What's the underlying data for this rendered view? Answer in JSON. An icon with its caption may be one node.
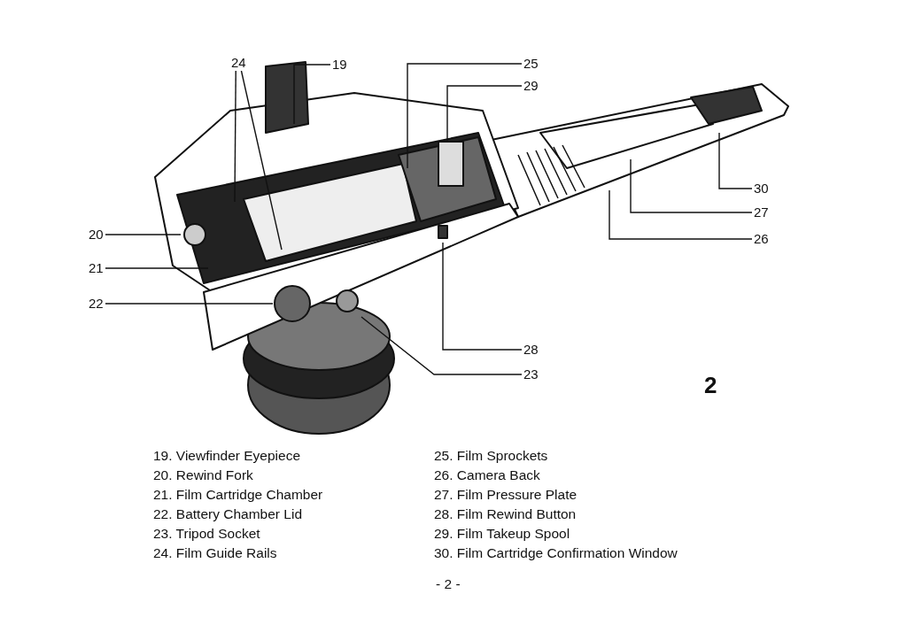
{
  "diagram": {
    "nodes": [
      {
        "text": [
          "24"
        ]
      },
      {
        "text": [
          "19"
        ]
      },
      {
        "text": [
          "25"
        ]
      },
      {
        "text": [
          "29"
        ]
      },
      {
        "text": [
          "30"
        ]
      },
      {
        "text": [
          "27"
        ]
      },
      {
        "text": [
          "26"
        ]
      },
      {
        "text": [
          "20"
        ]
      },
      {
        "text": [
          "21"
        ]
      },
      {
        "text": [
          "22"
        ]
      },
      {
        "text": [
          "28"
        ]
      },
      {
        "text": [
          "23"
        ]
      }
    ],
    "edges": [
      {
        "from": 0,
        "to": null,
        "arrow": "none"
      },
      {
        "from": 0,
        "to": null,
        "arrow": "none"
      },
      {
        "from": 1,
        "to": null,
        "arrow": "none"
      },
      {
        "from": 2,
        "to": null,
        "arrow": "none"
      },
      {
        "from": 3,
        "to": null,
        "arrow": "none"
      },
      {
        "from": 4,
        "to": null,
        "arrow": "none"
      },
      {
        "from": 5,
        "to": null,
        "arrow": "none"
      },
      {
        "from": 6,
        "to": null,
        "arrow": "none"
      },
      {
        "from": 7,
        "to": null,
        "arrow": "none"
      },
      {
        "from": 8,
        "to": null,
        "arrow": "none"
      },
      {
        "from": 9,
        "to": null,
        "arrow": "none"
      },
      {
        "from": 10,
        "to": null,
        "arrow": "none"
      },
      {
        "from": 11,
        "to": null,
        "arrow": "none"
      }
    ],
    "labels": [
      "2",
      "19. Viewfinder Eyepiece",
      "20. Rewind Fork",
      "21. Film Cartridge Chamber",
      "22. Battery Chamber Lid",
      "23. Tripod Socket",
      "24. Film Guide Rails",
      "25. Film Sprockets",
      "26. Camera Back",
      "27. Film Pressure Plate",
      "28. Film Rewind Button",
      "29. Film Takeup Spool",
      "30. Film Cartridge Confirmation Window",
      "- 2 -"
    ]
  }
}
